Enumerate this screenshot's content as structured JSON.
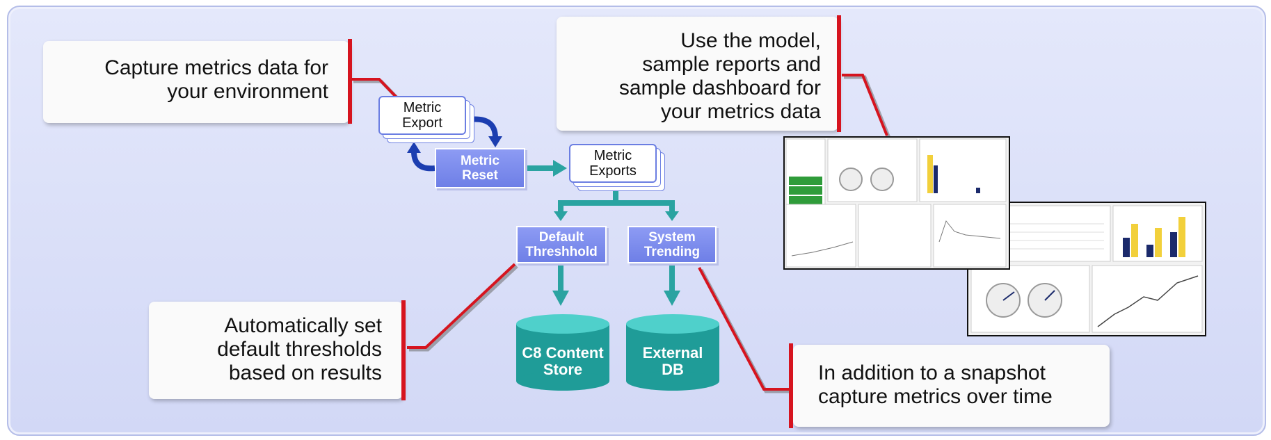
{
  "callouts": {
    "capture": {
      "line1": "Capture metrics data for",
      "line2": "your environment"
    },
    "model": {
      "line1": "Use the model,",
      "line2": "sample reports and",
      "line3": "sample dashboard for",
      "line4": "your metrics data"
    },
    "thresholds": {
      "line1": "Automatically set",
      "line2": "default thresholds",
      "line3": "based on results"
    },
    "snapshot": {
      "line1": "In addition to a snapshot",
      "line2": "capture metrics over time"
    }
  },
  "flow": {
    "metric_export": {
      "line1": "Metric",
      "line2": "Export"
    },
    "metric_reset": {
      "line1": "Metric",
      "line2": "Reset"
    },
    "metric_exports": {
      "line1": "Metric",
      "line2": "Exports"
    },
    "default_threshold": {
      "line1": "Default",
      "line2": "Threshhold"
    },
    "system_trending": {
      "line1": "System",
      "line2": "Trending"
    },
    "content_store": {
      "line1": "C8 Content",
      "line2": "Store"
    },
    "external_db": {
      "line1": "External",
      "line2": "DB"
    }
  },
  "colors": {
    "panel": "#d8ddf8",
    "accent_red": "#d6141f",
    "process_blue": "#7585ea",
    "arrow_teal": "#2aa3a1",
    "arrow_navy": "#1c3eb0"
  }
}
